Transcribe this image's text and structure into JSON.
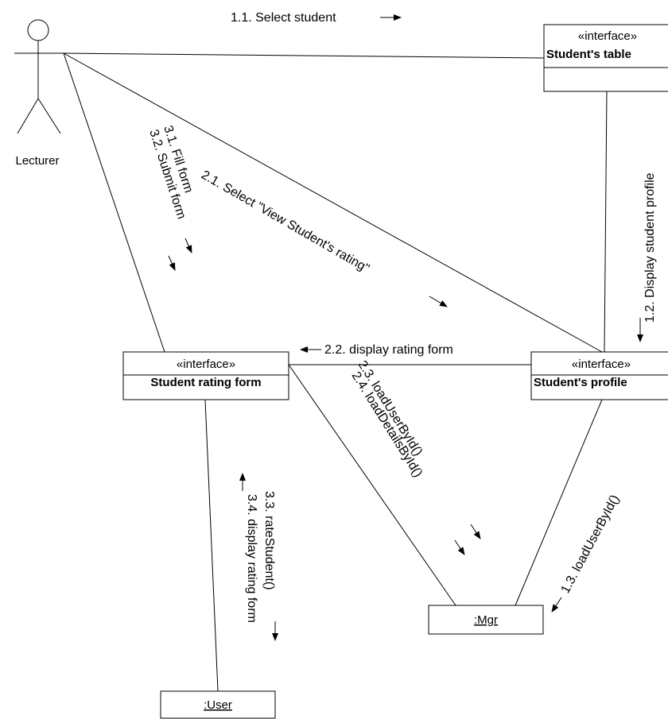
{
  "actor": {
    "name": "Lecturer"
  },
  "objects": {
    "students_table": {
      "stereotype": "«interface»",
      "name": "Student's table"
    },
    "students_profile": {
      "stereotype": "«interface»",
      "name": "Student's profile"
    },
    "student_rating_form": {
      "stereotype": "«interface»",
      "name": "Student rating form"
    },
    "mgr": {
      "name": ":Mgr"
    },
    "user": {
      "name": ":User"
    }
  },
  "messages": {
    "m1_1": "1.1. Select student",
    "m1_2": "1.2. Display student profile",
    "m1_3": "1.3. loadUserById()",
    "m2_1": "2.1. Select \"View Student's rating\"",
    "m2_2": "2.2. display rating form",
    "m2_3": "2.3. loadUserById()",
    "m2_4": "2.4. loadDetailsById()",
    "m3_1": "3.1. Fill form",
    "m3_2": "3.2. Submit form",
    "m3_3": "3.3. rateStudent()",
    "m3_4": "3.4. display rating form"
  }
}
